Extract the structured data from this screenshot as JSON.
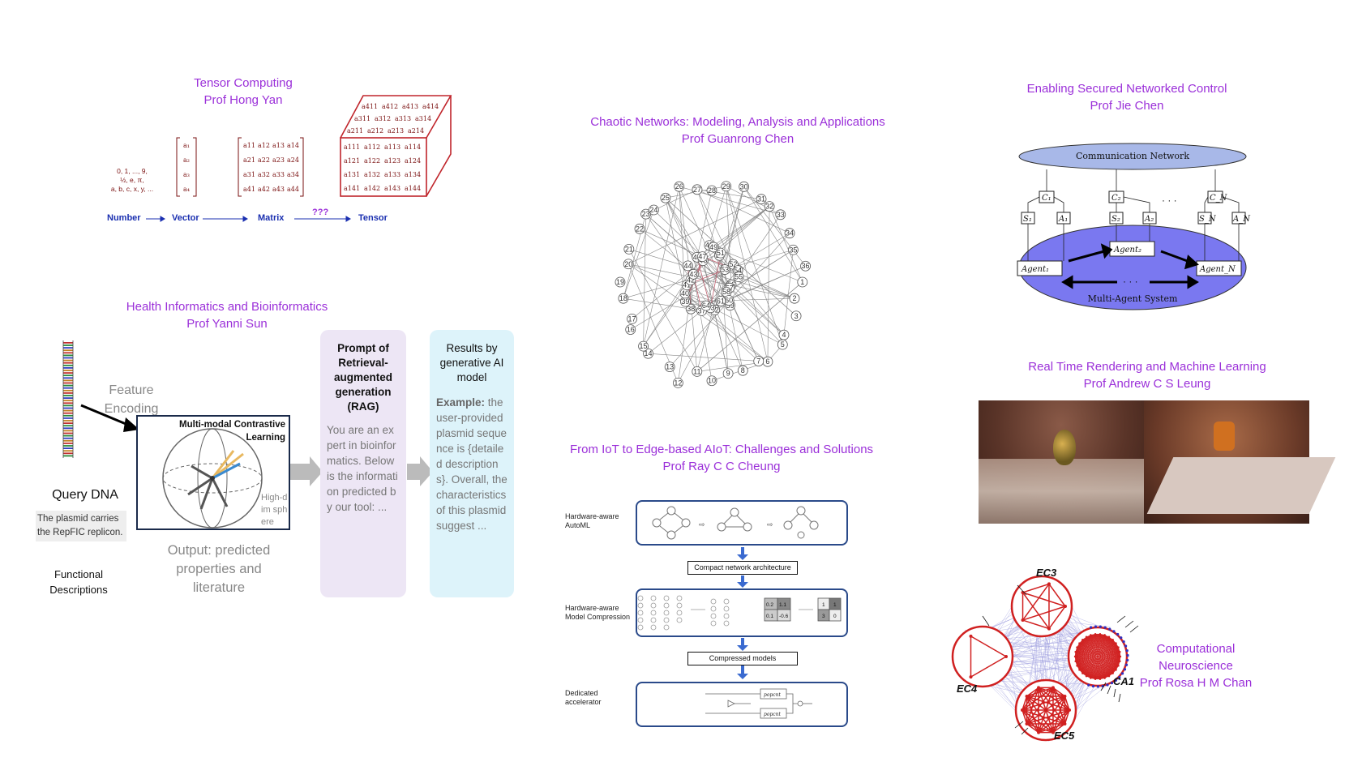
{
  "tensor": {
    "title": "Tensor Computing",
    "prof": "Prof Hong Yan",
    "scalars": [
      "0, 1, ..., 9,",
      "½, e, π,",
      "a, b, c, x, y, ..."
    ],
    "labels": [
      "Number",
      "Vector",
      "Matrix",
      "Tensor"
    ],
    "question": "???"
  },
  "chaotic": {
    "title": "Chaotic Networks: Modeling, Analysis and Applications",
    "prof": "Prof Guanrong Chen"
  },
  "control": {
    "title": "Enabling Secured Networked Control",
    "prof": "Prof Jie Chen",
    "network_label": "Communication Network",
    "system_label": "Multi-Agent System",
    "dots": "· · ·"
  },
  "health": {
    "title": "Health Informatics and Bioinformatics",
    "prof": "Prof Yanni Sun",
    "feature_encoding": "Feature Encoding",
    "contrastive": "Multi-modal Contrastive Learning",
    "sphere_label": "High-dim sphere",
    "query_dna": "Query DNA",
    "plasmid_text": "The plasmid carries the RepFIC replicon.",
    "functional": "Functional Descriptions",
    "output": "Output: predicted properties and literature",
    "rag_title": "Prompt of Retrieval-augmented generation (RAG)",
    "rag_body": "You are an expert in bioinformatics. Below is the information predicted by our tool: ...",
    "results_title": "Results by generative AI model",
    "results_example": "Example:",
    "results_body": "the user-provided plasmid sequence is {detailed descriptions}. Overall, the characteristics of this plasmid suggest ..."
  },
  "rendering": {
    "title": "Real Time Rendering and Machine Learning",
    "prof": "Prof Andrew C S Leung"
  },
  "iot": {
    "title": "From IoT to Edge-based AIoT: Challenges and Solutions",
    "prof": "Prof Ray C C Cheung",
    "row1": "Hardware-aware AutoML",
    "row2": "Hardware-aware Model Compression",
    "row3": "Dedicated accelerator",
    "box1": "Compact network architecture",
    "box2": "Compressed models",
    "matrix_vals": [
      "0.2",
      "1.1",
      "0.1",
      "-0.6"
    ],
    "quant_vals": [
      "1",
      "1",
      "3",
      "0"
    ],
    "popcnt": "popcnt"
  },
  "neuro": {
    "title": "Computational Neuroscience",
    "prof": "Prof Rosa H M Chan",
    "labels": [
      "EC3",
      "EC4",
      "CA1",
      "EC5"
    ]
  }
}
